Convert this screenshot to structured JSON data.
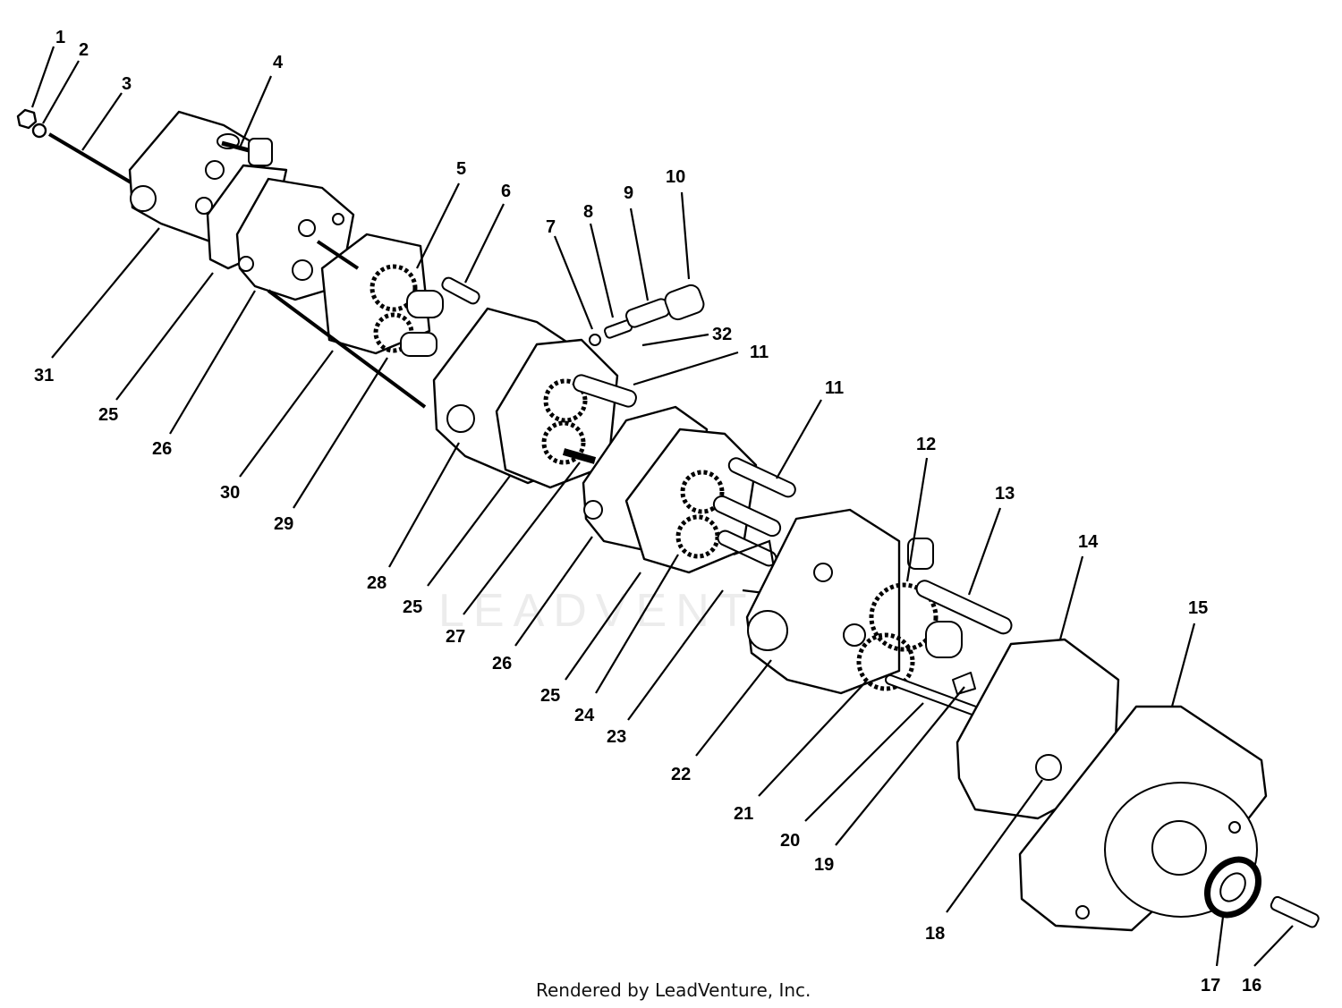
{
  "diagram": {
    "callouts": [
      "1",
      "2",
      "3",
      "4",
      "5",
      "6",
      "7",
      "8",
      "9",
      "10",
      "32",
      "11",
      "11",
      "12",
      "13",
      "14",
      "15",
      "31",
      "25",
      "26",
      "30",
      "29",
      "28",
      "25",
      "27",
      "26",
      "25",
      "24",
      "23",
      "22",
      "21",
      "20",
      "19",
      "18",
      "17",
      "16"
    ],
    "watermark": "LEADVENTURE",
    "credit": "Rendered by LeadVenture, Inc."
  }
}
